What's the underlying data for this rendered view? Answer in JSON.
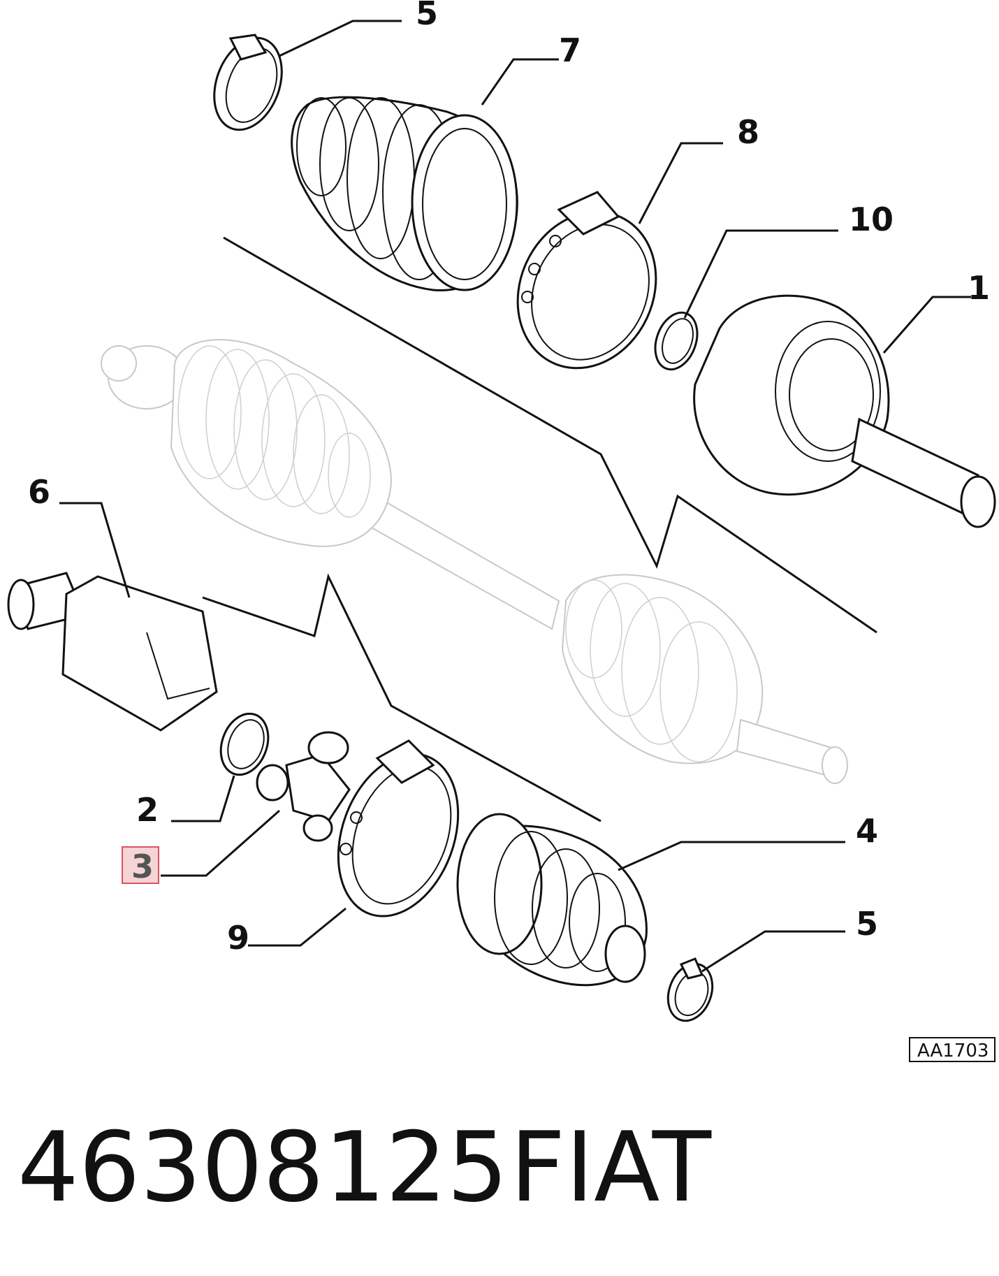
{
  "diagram": {
    "callouts": [
      "5",
      "7",
      "8",
      "10",
      "1",
      "6",
      "2",
      "3",
      "9",
      "4",
      "5"
    ],
    "highlighted_callout": "3",
    "highlight_color": "#f6d4d6",
    "highlight_border": "#d9535f",
    "reference_code": "AA1703"
  },
  "footer": {
    "part_number": "46308125",
    "brand": "FIAT"
  }
}
